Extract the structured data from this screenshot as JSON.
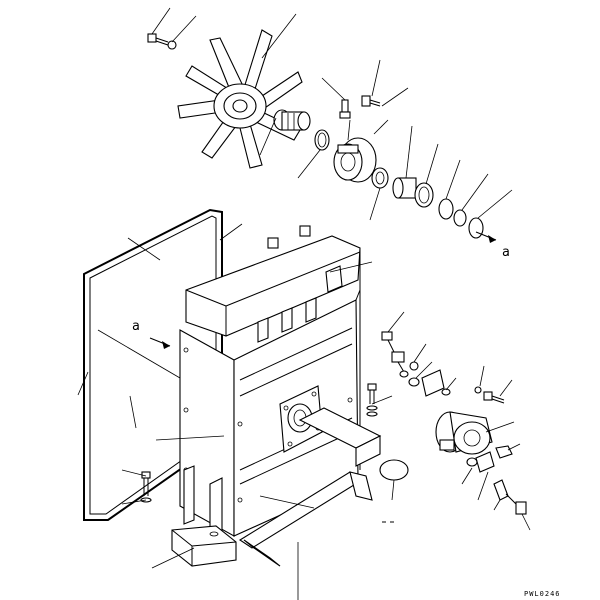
{
  "labels": {
    "arrow_a_right": "a",
    "arrow_a_left": "a"
  },
  "drawing_code": "PWL0246"
}
